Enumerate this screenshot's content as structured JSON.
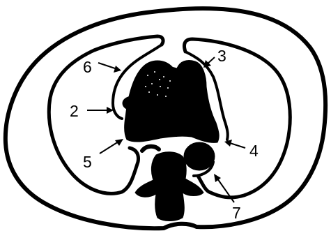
{
  "figure": {
    "labels": [
      {
        "id": "label-6",
        "text": "6"
      },
      {
        "id": "label-3",
        "text": "3"
      },
      {
        "id": "label-2",
        "text": "2"
      },
      {
        "id": "label-4",
        "text": "4"
      },
      {
        "id": "label-5",
        "text": "5"
      },
      {
        "id": "label-7",
        "text": "7"
      }
    ]
  },
  "colors": {
    "ink": "#000000",
    "background": "#ffffff",
    "speckle": "#ffffff"
  }
}
